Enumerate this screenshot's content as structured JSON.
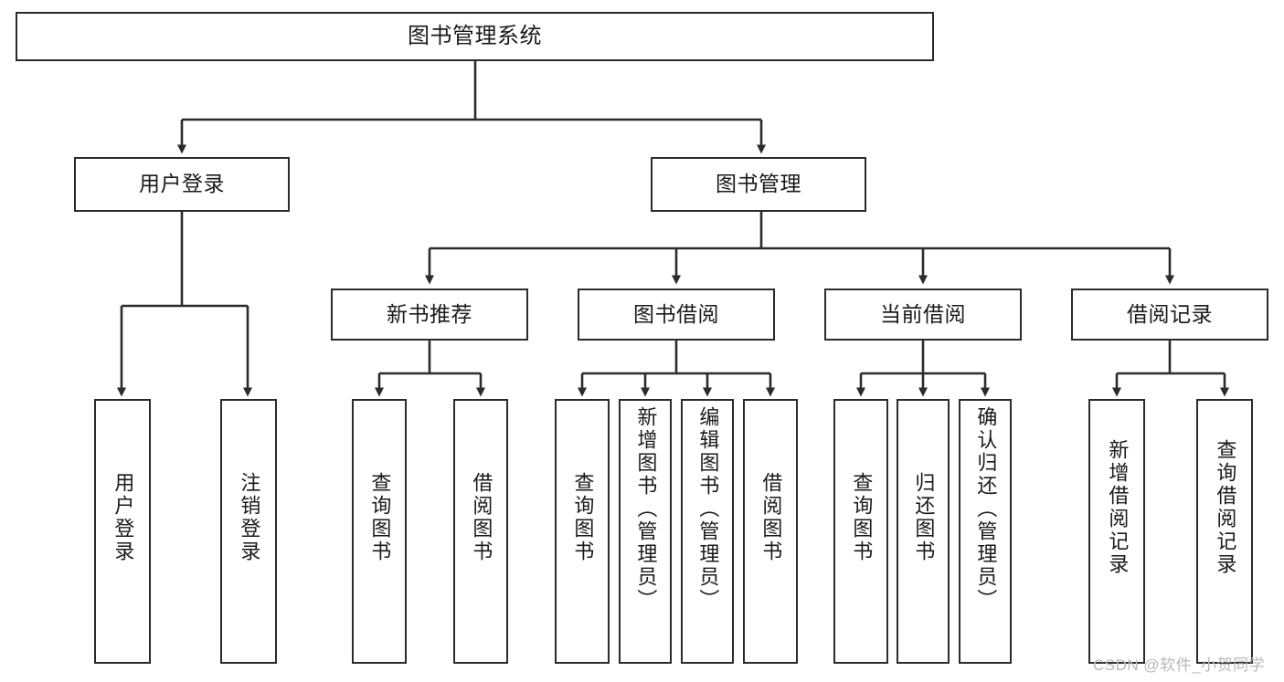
{
  "diagram": {
    "title": "图书管理系统",
    "watermark": "CSDN @软件_小贺同学",
    "colors": {
      "box_border": "#2b2b2b",
      "box_fill": "#ffffff",
      "connector": "#2b2b2b",
      "text": "#1a1a1a",
      "watermark": "#b9b9b9",
      "background": "#ffffff"
    },
    "nodes": {
      "root": {
        "label": "图书管理系统"
      },
      "level2": [
        {
          "id": "user-login",
          "label": "用户登录"
        },
        {
          "id": "book-management",
          "label": "图书管理"
        }
      ],
      "level3": [
        {
          "id": "new-book-recommend",
          "label": "新书推荐"
        },
        {
          "id": "book-borrow",
          "label": "图书借阅"
        },
        {
          "id": "current-borrow",
          "label": "当前借阅"
        },
        {
          "id": "borrow-record",
          "label": "借阅记录"
        }
      ],
      "leaves": {
        "user_login": [
          {
            "id": "leaf-user-login",
            "label": "用户登录"
          },
          {
            "id": "leaf-logout-login",
            "label": "注销登录"
          }
        ],
        "new_book_recommend": [
          {
            "id": "leaf-query-book-1",
            "label": "查询图书"
          },
          {
            "id": "leaf-borrow-book-1",
            "label": "借阅图书"
          }
        ],
        "book_borrow": [
          {
            "id": "leaf-query-book-2",
            "label": "查询图书"
          },
          {
            "id": "leaf-add-book-admin",
            "label": "新增图书（管理员）"
          },
          {
            "id": "leaf-edit-book-admin",
            "label": "编辑图书（管理员）"
          },
          {
            "id": "leaf-borrow-book-2",
            "label": "借阅图书"
          }
        ],
        "current_borrow": [
          {
            "id": "leaf-query-book-3",
            "label": "查询图书"
          },
          {
            "id": "leaf-return-book",
            "label": "归还图书"
          },
          {
            "id": "leaf-confirm-return-admin",
            "label": "确认归还（管理员）"
          }
        ],
        "borrow_record": [
          {
            "id": "leaf-add-borrow-record",
            "label": "新增借阅记录"
          },
          {
            "id": "leaf-query-borrow-record",
            "label": "查询借阅记录"
          }
        ]
      }
    }
  }
}
